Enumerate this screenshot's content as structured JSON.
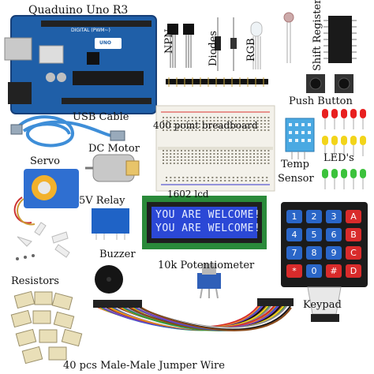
{
  "labels": {
    "arduino": "Quaduino Uno R3",
    "npn": "NPN",
    "diodes": "Diodes",
    "rgb": "RGB",
    "shift_register": "Shift Register",
    "push_button": "Push Button",
    "usb_cable": "USB Cable",
    "breadboard": "400 point breadboard",
    "dc_motor": "DC Motor",
    "servo": "Servo",
    "temp_sensor_line1": "Temp",
    "temp_sensor_line2": "Sensor",
    "leds": "LED's",
    "relay": "5V Relay",
    "lcd": "1602 lcd",
    "buzzer": "Buzzer",
    "potentiometer": "10k Potentiometer",
    "resistors": "Resistors",
    "keypad": "Keypad",
    "jumper_wire": "40 pcs Male-Male Jumper Wire"
  },
  "lcd_display": {
    "line1": "YOU ARE WELCOME!",
    "line2": "YOU ARE WELCOME!"
  },
  "keypad_keys": [
    {
      "label": "1",
      "color": "#2a66c8"
    },
    {
      "label": "2",
      "color": "#2a66c8"
    },
    {
      "label": "3",
      "color": "#2a66c8"
    },
    {
      "label": "A",
      "color": "#d92b2b"
    },
    {
      "label": "4",
      "color": "#2a66c8"
    },
    {
      "label": "5",
      "color": "#2a66c8"
    },
    {
      "label": "6",
      "color": "#2a66c8"
    },
    {
      "label": "B",
      "color": "#d92b2b"
    },
    {
      "label": "7",
      "color": "#2a66c8"
    },
    {
      "label": "8",
      "color": "#2a66c8"
    },
    {
      "label": "9",
      "color": "#2a66c8"
    },
    {
      "label": "C",
      "color": "#d92b2b"
    },
    {
      "label": "*",
      "color": "#d92b2b"
    },
    {
      "label": "0",
      "color": "#2a66c8"
    },
    {
      "label": "#",
      "color": "#d92b2b"
    },
    {
      "label": "D",
      "color": "#d92b2b"
    }
  ],
  "board_text": {
    "uno": "UNO",
    "digital": "DIGITAL (PWM~)"
  },
  "colors": {
    "arduino_blue": "#1f5fa8",
    "lcd_blue": "#2b48d6",
    "lcd_green_pcb": "#2a8a3a",
    "usb_blue": "#3e8ed8",
    "servo_blue": "#2f6fd1",
    "relay_blue": "#1f63c6",
    "keypad_black": "#1b1b1b"
  }
}
